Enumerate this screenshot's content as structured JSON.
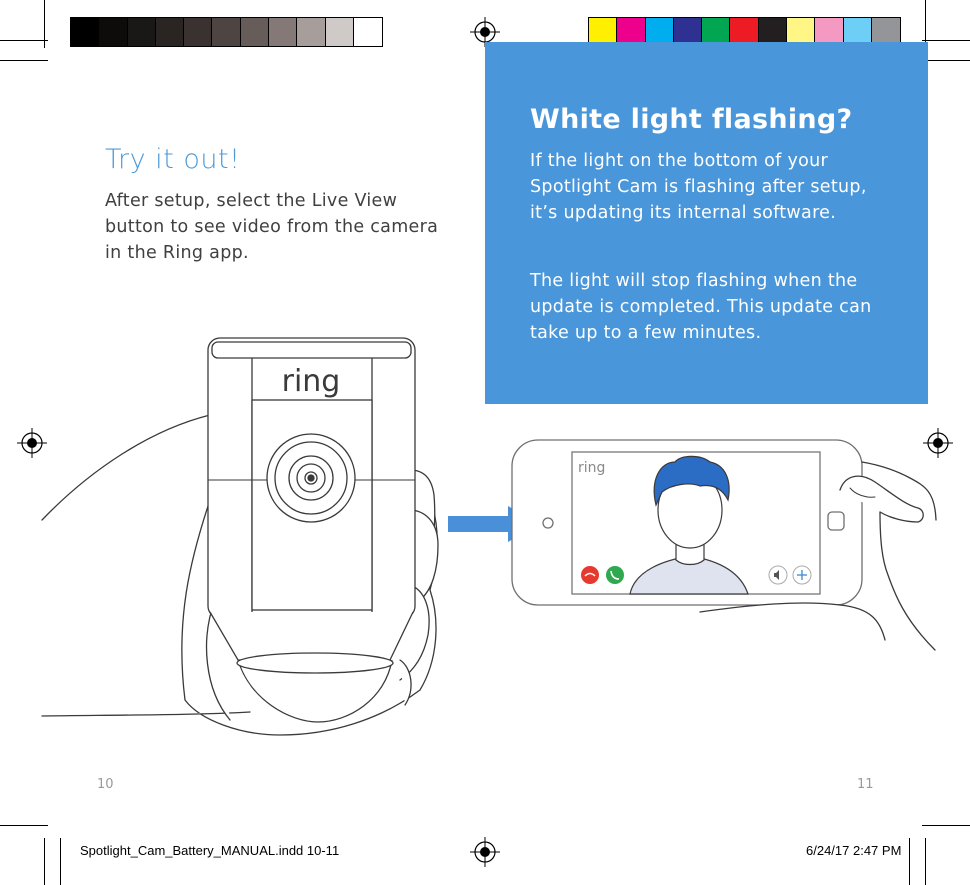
{
  "left_section": {
    "heading": "Try it out!",
    "body": "After setup, select the Live View button to see video from the camera in the Ring app."
  },
  "info_box": {
    "heading": "White light flashing?",
    "paragraph1": "If the light on the bottom of your Spotlight Cam is flashing after setup, it’s updating its internal software.",
    "paragraph2": "The light will stop flashing when the update is completed. This update can take up to a few minutes.",
    "background_color": "#4996da"
  },
  "illustration": {
    "camera_logo": "ring",
    "phone_app_logo": "ring",
    "arrow_color": "#4a90d9"
  },
  "page_numbers": {
    "left": "10",
    "right": "11"
  },
  "print_slug": {
    "filename": "Spotlight_Cam_Battery_MANUAL.indd   10-11",
    "timestamp": "6/24/17   2:47 PM"
  },
  "color_bars": {
    "grays": [
      "#000000",
      "#0d0c0b",
      "#1a1817",
      "#2a2523",
      "#3a3230",
      "#4e4442",
      "#675c59",
      "#857977",
      "#a79e9c",
      "#cfc9c8",
      "#ffffff"
    ],
    "process": [
      "#ffef00",
      "#ec008c",
      "#00aeef",
      "#2e3192",
      "#00a651",
      "#ed1c24",
      "#231f20",
      "#fff685",
      "#f49ac2",
      "#6dcff6",
      "#939598"
    ]
  }
}
